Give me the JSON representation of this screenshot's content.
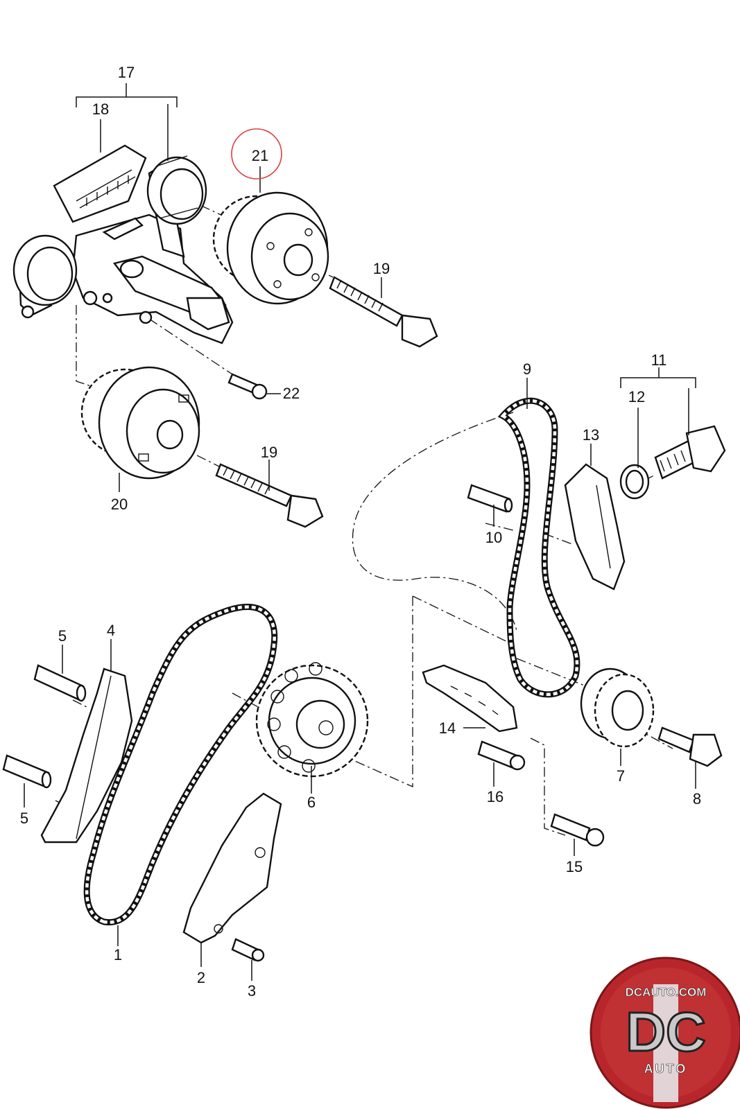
{
  "callouts": {
    "c1": "1",
    "c2": "2",
    "c3": "3",
    "c4": "4",
    "c5a": "5",
    "c5b": "5",
    "c6": "6",
    "c7": "7",
    "c8": "8",
    "c9": "9",
    "c10": "10",
    "c11": "11",
    "c12": "12",
    "c13": "13",
    "c14": "14",
    "c15": "15",
    "c16": "16",
    "c17": "17",
    "c18": "18",
    "c19a": "19",
    "c19b": "19",
    "c20": "20",
    "c21": "21",
    "c22": "22"
  },
  "highlighted_callout": "21",
  "colors": {
    "highlight_circle": "#d9413c",
    "logo_red": "#b8262b",
    "logo_silver": "#c9c9cc",
    "ink": "#111111"
  },
  "logo": {
    "url_text": "DCAUTO.COM",
    "mark": "DC",
    "word": "AUTO"
  }
}
